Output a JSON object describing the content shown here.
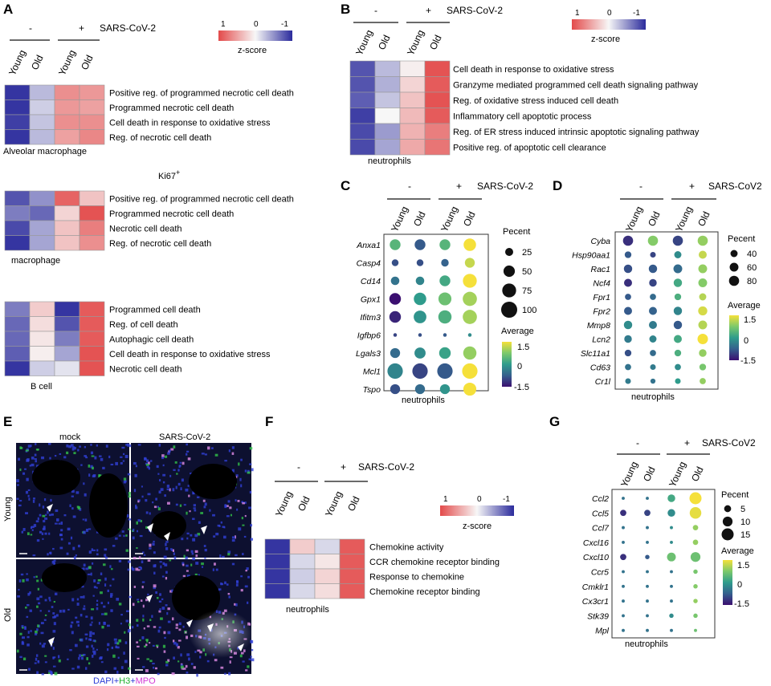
{
  "colors": {
    "neg": "#2b2b9c",
    "mid": "#f7f7f7",
    "pos": "#e34a4a"
  },
  "labels": {
    "minus": "-",
    "plus": "+",
    "sars": "SARS-CoV-2",
    "sars2": "SARS-CoV2",
    "young": "Young",
    "old": "Old",
    "zscore": "z-score",
    "percent": "Pecent",
    "average": "Average"
  },
  "panels": {
    "A": "A",
    "B": "B",
    "C": "C",
    "D": "D",
    "E": "E",
    "F": "F",
    "G": "G"
  },
  "panel_a": {
    "scale_hi": "1",
    "scale_mid": "0",
    "scale_lo": "-1",
    "groups": [
      {
        "caption": "Alveolar macrophage",
        "title": "",
        "rows": [
          "Positive reg. of programmed necrotic cell death",
          "Programmed necrotic cell death",
          "Cell death in response to oxidative stress",
          "Reg. of necrotic cell death"
        ],
        "z": [
          [
            -0.95,
            -0.3,
            0.6,
            0.55
          ],
          [
            -0.95,
            -0.2,
            0.55,
            0.5
          ],
          [
            -0.9,
            -0.25,
            0.6,
            0.6
          ],
          [
            -0.95,
            -0.3,
            0.5,
            0.65
          ]
        ]
      },
      {
        "caption": "macrophage",
        "title": "Ki67",
        "rows": [
          "Positive reg. of programmed necrotic cell death",
          "Programmed necrotic cell death",
          "Necrotic cell death",
          "Reg. of necrotic cell death"
        ],
        "z": [
          [
            -0.8,
            -0.5,
            0.85,
            0.3
          ],
          [
            -0.6,
            -0.7,
            0.2,
            0.95
          ],
          [
            -0.85,
            -0.4,
            0.3,
            0.7
          ],
          [
            -0.95,
            -0.4,
            0.3,
            0.6
          ]
        ]
      },
      {
        "caption": "B cell",
        "title": "",
        "rows": [
          "Programmed cell death",
          "Reg. of cell death",
          "Autophagic cell death",
          "Cell death in response to oxidative stress",
          "Necrotic cell death"
        ],
        "z": [
          [
            -0.6,
            0.25,
            -0.95,
            0.9
          ],
          [
            -0.7,
            0.15,
            -0.8,
            0.9
          ],
          [
            -0.7,
            0.1,
            -0.6,
            0.9
          ],
          [
            -0.75,
            0.05,
            -0.4,
            0.95
          ],
          [
            -0.95,
            -0.2,
            -0.1,
            0.95
          ]
        ]
      }
    ]
  },
  "panel_b": {
    "caption": "neutrophils",
    "rows": [
      "Cell death in response to oxidative stress",
      "Granzyme mediated programmed cell death signaling pathway",
      "Reg. of oxidative stress induced cell death",
      "Inflammatory cell apoptotic process",
      "Reg. of ER stress induced intrinsic apoptotic signaling pathway",
      "Positive reg. of apoptotic cell clearance"
    ],
    "z": [
      [
        -0.8,
        -0.3,
        0.05,
        0.95
      ],
      [
        -0.8,
        -0.35,
        0.2,
        0.9
      ],
      [
        -0.75,
        -0.25,
        0.3,
        0.95
      ],
      [
        -0.9,
        0.0,
        0.35,
        0.9
      ],
      [
        -0.85,
        -0.45,
        0.4,
        0.7
      ],
      [
        -0.85,
        -0.4,
        0.45,
        0.75
      ]
    ]
  },
  "panel_c": {
    "caption": "neutrophils",
    "genes": [
      "Anxa1",
      "Casp4",
      "Cd14",
      "Gpx1",
      "Ifitm3",
      "Igfbp6",
      "Lgals3",
      "Mcl1",
      "Tspo"
    ],
    "size_legend": [
      "25",
      "50",
      "75",
      "100"
    ],
    "color_legend": [
      "1.5",
      "0",
      "-1.5"
    ],
    "pct": [
      [
        45,
        45,
        45,
        60
      ],
      [
        18,
        18,
        22,
        38
      ],
      [
        28,
        28,
        45,
        75
      ],
      [
        52,
        60,
        65,
        78
      ],
      [
        52,
        62,
        68,
        78
      ],
      [
        5,
        5,
        5,
        5
      ],
      [
        38,
        48,
        52,
        68
      ],
      [
        92,
        92,
        92,
        92
      ],
      [
        38,
        38,
        38,
        65
      ]
    ],
    "avg": [
      [
        0.4,
        -0.8,
        0.4,
        1.5
      ],
      [
        -0.9,
        -0.9,
        -0.7,
        1.2
      ],
      [
        -0.5,
        -0.3,
        0.2,
        1.5
      ],
      [
        -1.5,
        0.0,
        0.6,
        1.0
      ],
      [
        -1.3,
        -0.1,
        0.3,
        1.0
      ],
      [
        -1.0,
        -0.9,
        -0.8,
        -0.2
      ],
      [
        -0.6,
        -0.2,
        0.1,
        0.9
      ],
      [
        -0.3,
        -1.0,
        -0.8,
        1.5
      ],
      [
        -0.9,
        -0.6,
        -0.1,
        1.5
      ]
    ]
  },
  "panel_d": {
    "caption": "neutrophils",
    "genes": [
      "Cyba",
      "Hsp90aa1",
      "Rac1",
      "Ncf4",
      "Fpr1",
      "Fpr2",
      "Mmp8",
      "Lcn2",
      "Slc11a1",
      "Cd63",
      "Cr1l"
    ],
    "size_legend": [
      "40",
      "60",
      "80"
    ],
    "color_legend": [
      "1.5",
      "0",
      "-1.5"
    ],
    "pct": [
      [
        80,
        80,
        80,
        80
      ],
      [
        35,
        25,
        40,
        50
      ],
      [
        55,
        55,
        60,
        60
      ],
      [
        50,
        45,
        55,
        60
      ],
      [
        30,
        30,
        35,
        40
      ],
      [
        50,
        50,
        55,
        65
      ],
      [
        55,
        50,
        55,
        60
      ],
      [
        45,
        40,
        50,
        85
      ],
      [
        35,
        30,
        35,
        45
      ],
      [
        30,
        25,
        30,
        35
      ],
      [
        25,
        20,
        25,
        30
      ]
    ],
    "avg": [
      [
        -1.2,
        0.8,
        -1.0,
        0.9
      ],
      [
        -0.8,
        -1.0,
        -0.2,
        1.2
      ],
      [
        -0.9,
        -0.8,
        -0.6,
        0.9
      ],
      [
        -1.2,
        -1.0,
        0.2,
        0.8
      ],
      [
        -0.8,
        -0.6,
        0.3,
        1.1
      ],
      [
        -0.8,
        -0.7,
        -0.3,
        1.3
      ],
      [
        -0.2,
        -0.4,
        -0.8,
        1.1
      ],
      [
        -0.4,
        -0.3,
        0.2,
        1.5
      ],
      [
        -0.9,
        -0.6,
        0.3,
        0.9
      ],
      [
        -0.5,
        -0.4,
        -0.2,
        0.7
      ],
      [
        -0.4,
        -0.5,
        0.0,
        0.9
      ]
    ]
  },
  "panel_e": {
    "col_labels": [
      "mock",
      "SARS-CoV-2"
    ],
    "row_labels": [
      "Young",
      "Old"
    ],
    "stain_dapi": "DAPI",
    "plus": "+",
    "stain_h3": "H3",
    "stain_mpo": "MPO"
  },
  "panel_f": {
    "caption": "neutrophils",
    "scale_hi": "1",
    "scale_mid": "0",
    "scale_lo": "-1",
    "rows": [
      "Chemokine activity",
      "CCR chemokine receptor binding",
      "Response to chemokine",
      "Chemokine receptor binding"
    ],
    "z": [
      [
        -0.95,
        0.25,
        -0.15,
        0.9
      ],
      [
        -0.95,
        -0.15,
        0.1,
        0.9
      ],
      [
        -0.95,
        -0.2,
        0.2,
        0.9
      ],
      [
        -0.95,
        -0.15,
        0.15,
        0.9
      ]
    ]
  },
  "panel_g": {
    "caption": "neutrophils",
    "genes": [
      "Ccl2",
      "Ccl5",
      "Ccl7",
      "Cxcl16",
      "Cxcl10",
      "Ccr5",
      "Cmklr1",
      "Cx3cr1",
      "Stk39",
      "Mpl"
    ],
    "size_legend": [
      "5",
      "10",
      "15"
    ],
    "color_legend": [
      "1.5",
      "0",
      "-1.5"
    ],
    "pct": [
      [
        1,
        1,
        6,
        15
      ],
      [
        4,
        4,
        6,
        14
      ],
      [
        1,
        1,
        1,
        3
      ],
      [
        1,
        1,
        1,
        3
      ],
      [
        4,
        2,
        8,
        10
      ],
      [
        1,
        1,
        1,
        2
      ],
      [
        1,
        1,
        1,
        2
      ],
      [
        1,
        1,
        1,
        2
      ],
      [
        1,
        1,
        2,
        2
      ],
      [
        1,
        1,
        1,
        1
      ]
    ],
    "avg": [
      [
        -0.5,
        -0.5,
        0.2,
        1.5
      ],
      [
        -1.2,
        -1.0,
        -0.2,
        1.4
      ],
      [
        -0.5,
        -0.5,
        -0.2,
        0.9
      ],
      [
        -0.5,
        -0.5,
        -0.2,
        0.9
      ],
      [
        -1.2,
        -0.8,
        0.6,
        0.6
      ],
      [
        -0.5,
        -0.5,
        -0.5,
        0.7
      ],
      [
        -0.5,
        -0.5,
        -0.5,
        0.8
      ],
      [
        -0.5,
        -0.5,
        -0.5,
        0.9
      ],
      [
        -0.5,
        -0.5,
        -0.2,
        0.7
      ],
      [
        -0.5,
        -0.5,
        -0.5,
        0.6
      ]
    ]
  }
}
